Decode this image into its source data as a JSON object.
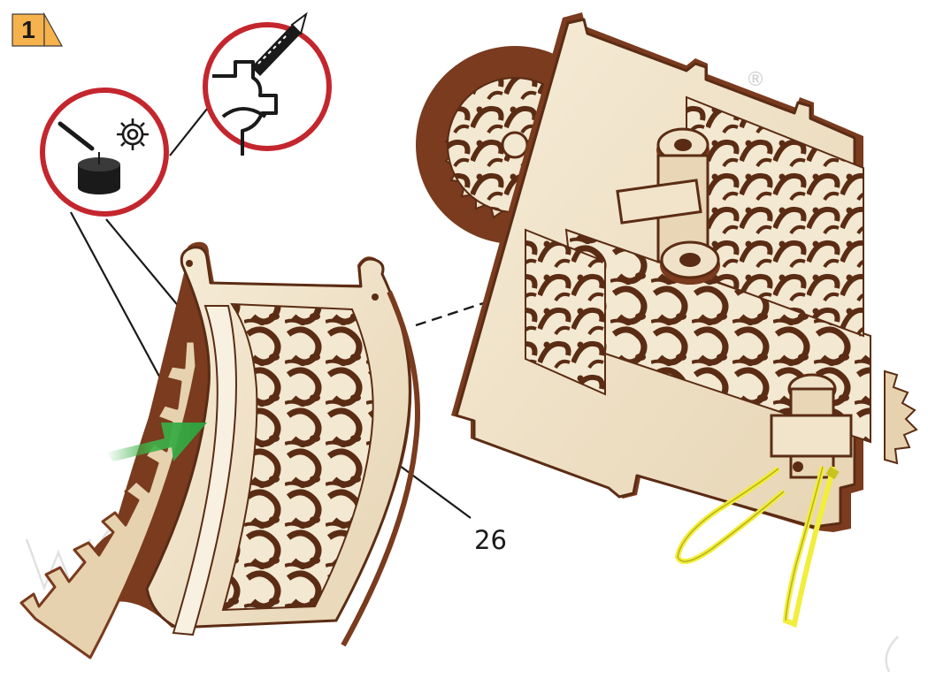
{
  "step": {
    "number": "1"
  },
  "callout": {
    "part_number": "26"
  },
  "watermark": {
    "text": "WOODEN CITY",
    "mark": "®"
  },
  "icons": [
    "glue-tube-icon",
    "candle-wax-icon",
    "gear-icon",
    "cutter-knife-icon"
  ],
  "colors": {
    "step_badge": "#f6b24d",
    "callout_ring": "#c4262e",
    "plywood_face": "#f2e6cf",
    "plywood_edge": "#7a3b1e",
    "arrow_green": "#3fb44a",
    "rubber_band": "#f2ee3c"
  }
}
